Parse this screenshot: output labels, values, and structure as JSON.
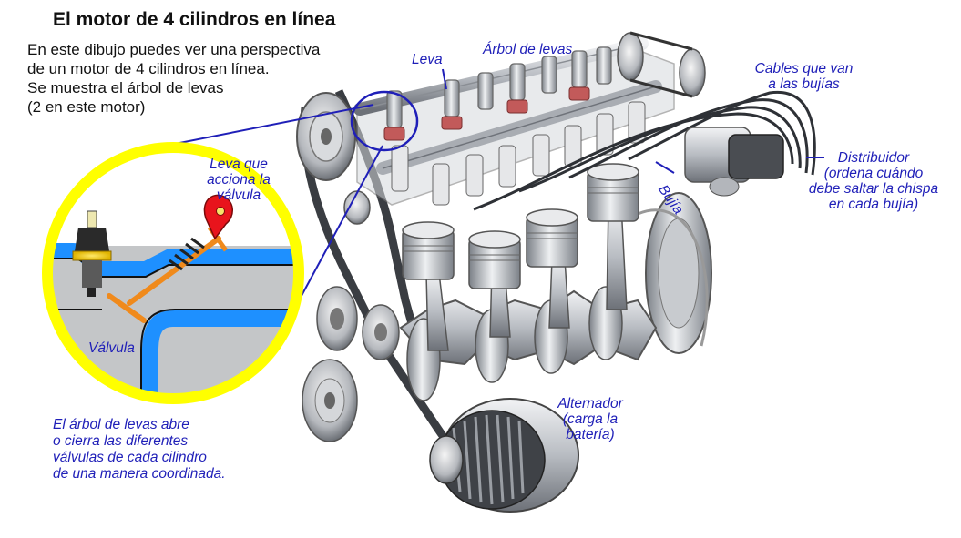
{
  "title": "El motor de 4 cilindros en línea",
  "intro": {
    "line1": "En este dibujo puedes ver una perspectiva",
    "line2": "de un motor de 4 cilindros en línea.",
    "line3": "Se muestra el árbol de levas",
    "line4": "(2 en este motor)"
  },
  "labels": {
    "leva": "Leva",
    "arbol_levas": "Árbol de levas",
    "cables_1": "Cables que van",
    "cables_2": "a las bujías",
    "distribuidor_1": "Distribuidor",
    "distribuidor_2": "(ordena cuándo",
    "distribuidor_3": "debe saltar la chispa",
    "distribuidor_4": "en cada bujía)",
    "bujia": "Bujía",
    "leva_acciona_1": "Leva que",
    "leva_acciona_2": "acciona la",
    "leva_acciona_3": "válvula",
    "valvula": "Válvula",
    "arbol_abre_1": "El árbol de levas abre",
    "arbol_abre_2": "o cierra las diferentes",
    "arbol_abre_3": "válvulas de cada cilindro",
    "arbol_abre_4": "de una manera coordinada.",
    "alternador_1": "Alternador",
    "alternador_2": "(carga la",
    "alternador_3": "batería)"
  },
  "colors": {
    "label_blue": "#1f1fb8",
    "magnifier_ring": "#ffff00",
    "coolant_channel": "#1e90ff",
    "valve_orange": "#f08a1c",
    "cam_red": "#e8141c",
    "engine_gray": "#b8bcc2"
  }
}
